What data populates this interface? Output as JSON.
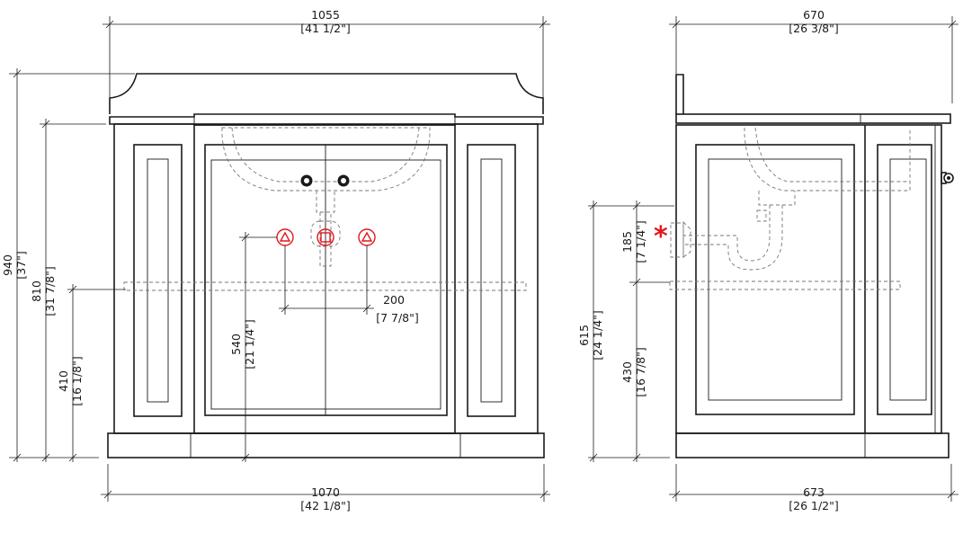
{
  "front_view": {
    "width_top": {
      "mm": "1055",
      "inch": "[41 1/2\"]"
    },
    "width_bottom": {
      "mm": "1070",
      "inch": "[42 1/8\"]"
    },
    "height_total": {
      "mm": "940",
      "inch": "[37\"]"
    },
    "height_counter": {
      "mm": "810",
      "inch": "[31 7/8\"]"
    },
    "height_shelf": {
      "mm": "410",
      "inch": "[16 1/8\"]"
    },
    "height_supply": {
      "mm": "540",
      "inch": "[21 1/4\"]"
    },
    "supply_spacing": {
      "mm": "200",
      "inch": "[7 7/8\"]"
    }
  },
  "side_view": {
    "depth_top": {
      "mm": "670",
      "inch": "[26 3/8\"]"
    },
    "depth_bottom": {
      "mm": "673",
      "inch": "[26 1/2\"]"
    },
    "height_drain": {
      "mm": "615",
      "inch": "[24 1/4\"]"
    },
    "drain_to_shelf": {
      "mm": "185",
      "inch": "[7 1/4\"]"
    },
    "height_shelf": {
      "mm": "430",
      "inch": "[16 7/8\"]"
    },
    "marker": "*"
  },
  "colors": {
    "line": "#1a1a1a",
    "hidden": "#777777",
    "marker": "#e0191f"
  }
}
